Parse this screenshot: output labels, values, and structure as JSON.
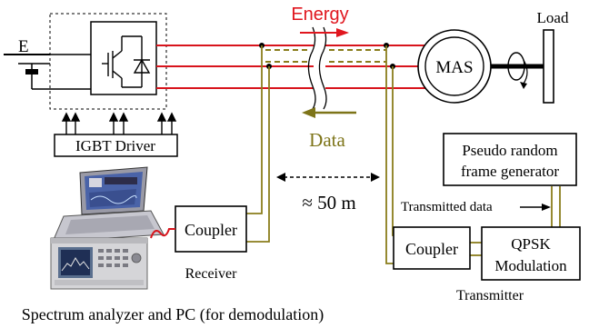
{
  "labels": {
    "energy": "Energy",
    "data": "Data",
    "load": "Load",
    "motor": "MAS",
    "source": "E",
    "igbt_driver": "IGBT Driver",
    "pseudo_random_line1": "Pseudo random",
    "pseudo_random_line2": "frame generator",
    "transmitted_data": "Transmitted data",
    "distance": "≈ 50 m",
    "coupler_receiver": "Coupler",
    "coupler_transmitter": "Coupler",
    "qpsk_line1": "QPSK",
    "qpsk_line2": "Modulation",
    "receiver": "Receiver",
    "transmitter": "Transmitter",
    "spectrum_caption": "Spectrum analyzer and PC (for demodulation)"
  },
  "colors": {
    "power_line": "#d8141c",
    "signal_line": "#8a7d1c",
    "data_text": "#7d7418",
    "energy_text": "#e0161e"
  }
}
